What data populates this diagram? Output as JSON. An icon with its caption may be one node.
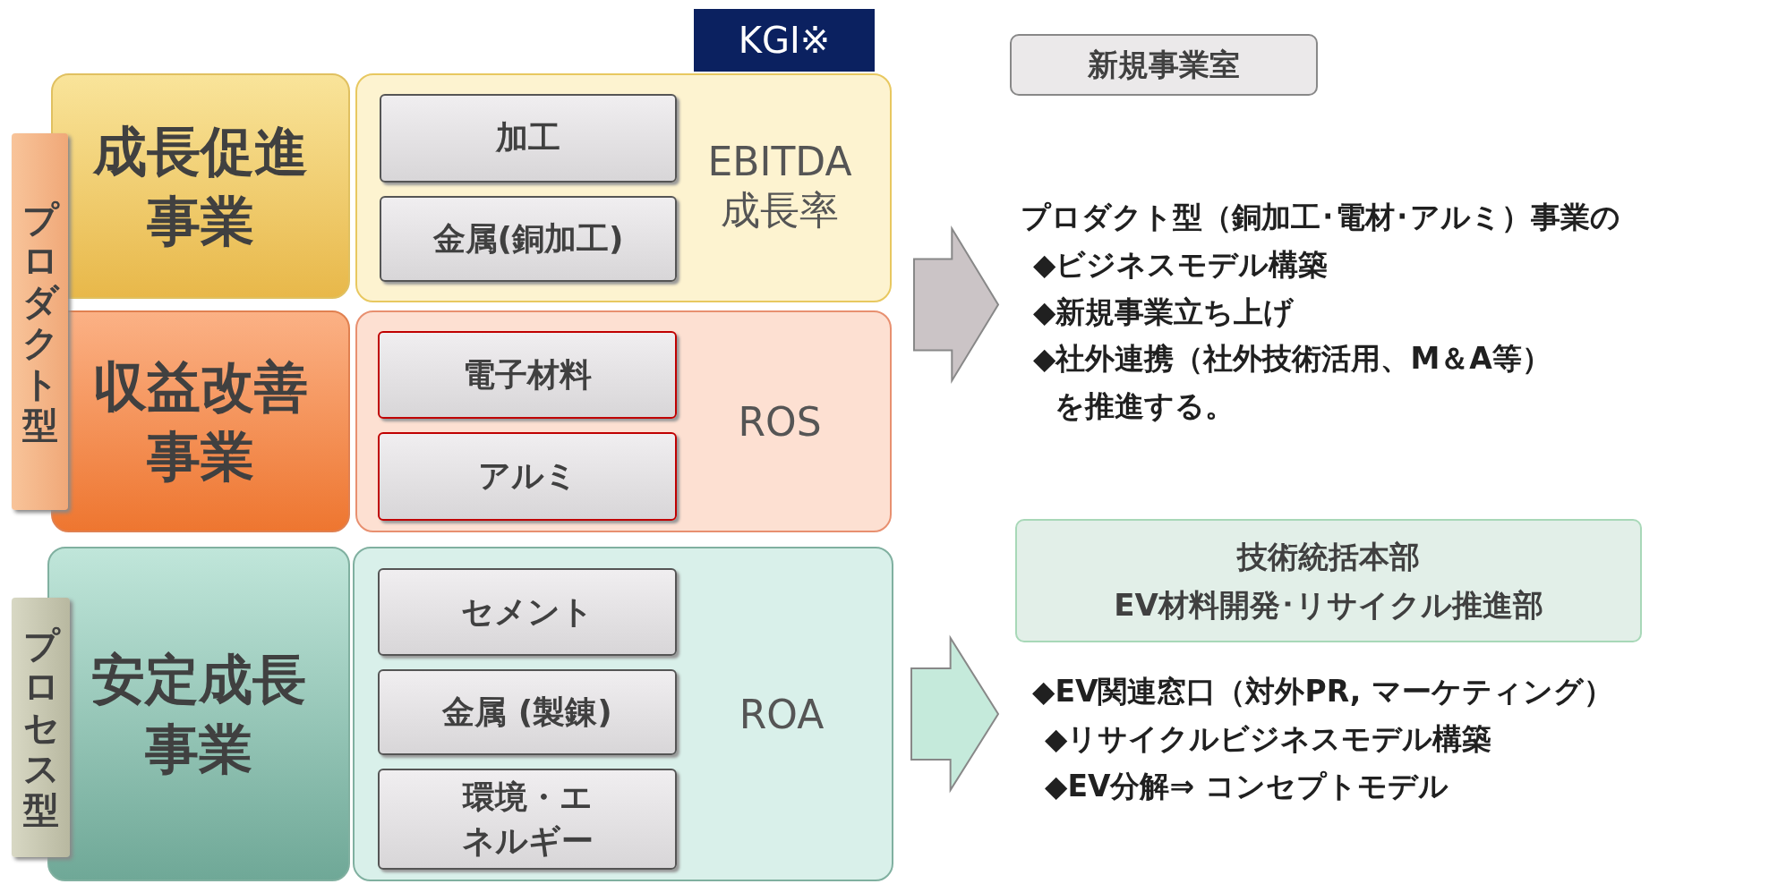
{
  "diagram": {
    "nodes": [
      {
        "text": [
          "KGI※"
        ]
      },
      {
        "text": [
          "プロダクト型"
        ]
      },
      {
        "text": [
          "成長促進事業"
        ]
      },
      {
        "text": [
          "EBITDA 成長率"
        ]
      },
      {
        "text": [
          "加工"
        ],
        "in": 3
      },
      {
        "text": [
          "金属(銅加工)"
        ],
        "in": 3
      },
      {
        "text": [
          "収益改善事業"
        ]
      },
      {
        "text": [
          "ROS"
        ]
      },
      {
        "text": [
          "電子材料"
        ],
        "in": 7
      },
      {
        "text": [
          "アルミ"
        ],
        "in": 7
      },
      {
        "text": [
          "プロセス型"
        ]
      },
      {
        "text": [
          "安定成長事業"
        ]
      },
      {
        "text": [
          "ROA"
        ]
      },
      {
        "text": [
          "セメント"
        ],
        "in": 12
      },
      {
        "text": [
          "金属 (製錬)"
        ],
        "in": 12
      },
      {
        "text": [
          "環境・エネルギー"
        ],
        "in": 12
      },
      {
        "text": [
          "新規事業室"
        ]
      },
      {
        "text": [
          "プロダクト型（銅加工･電材･アルミ）事業の",
          "◆ビジネスモデル構築",
          "◆新規事業立ち上げ",
          "◆社外連携（社外技術活用、M＆A等）",
          "を推進する。"
        ]
      },
      {
        "text": [
          "技術統括本部",
          "EV材料開発･リサイクル推進部"
        ]
      },
      {
        "text": [
          "◆EV関連窓口（対外PR, マーケティング）",
          "◆リサイクルビジネスモデル構築",
          "◆EV分解⇒ コンセプトモデル"
        ]
      }
    ],
    "edges": [
      {
        "from": 3,
        "to": 17,
        "arrow": "to"
      },
      {
        "from": 7,
        "to": 17,
        "arrow": "to"
      },
      {
        "from": 12,
        "to": 19,
        "arrow": "to"
      }
    ]
  }
}
